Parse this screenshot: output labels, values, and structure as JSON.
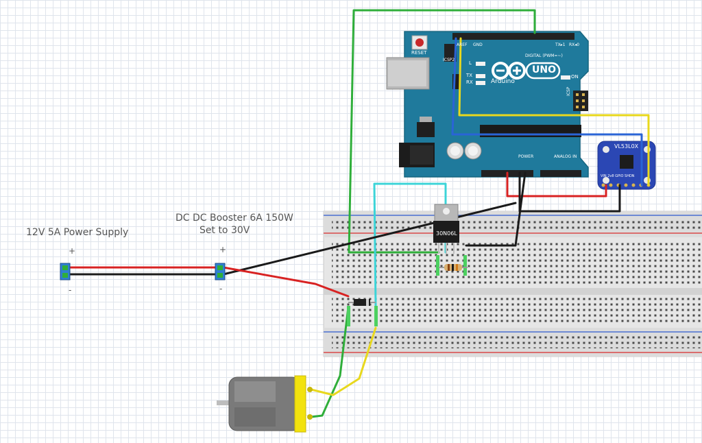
{
  "labels": {
    "power_supply": "12V 5A Power Supply",
    "booster_line1": "DC DC Booster 6A 150W",
    "booster_line2": "Set to 30V",
    "psu_plus": "+",
    "psu_minus": "-",
    "booster_plus": "+",
    "booster_minus": "-"
  },
  "arduino": {
    "reset_label": "RESET",
    "icsp2_label": "ICSP2",
    "digital_label": "DIGITAL (PWM=~)",
    "logo_label": "UNO",
    "brand_label": "Arduino",
    "led_l": "L",
    "led_tx": "TX",
    "led_rx": "RX",
    "on_label": "ON",
    "icsp_label": "ICSP",
    "power_label": "POWER",
    "analog_label": "ANALOG IN",
    "aref_label": "AREF",
    "gnd_label": "GND",
    "tx_label": "TX▸1",
    "rx_label": "RX◂0"
  },
  "sensor": {
    "name": "VL53L0X",
    "pin_labels": "VIN 2v8 GPIO SHDN"
  },
  "mosfet": {
    "part": "30N06L"
  },
  "colors": {
    "board": "#1f7a9c",
    "breadboard": "#e4e4e4",
    "wire_red": "#d82222",
    "wire_black": "#1a1a1a",
    "wire_green": "#2fae3a",
    "wire_yellow": "#e8d81e",
    "wire_blue": "#2a64d6",
    "wire_cyan": "#3cd4d8",
    "sensor": "#2b47b4",
    "motor_body": "#7a7a7a",
    "motor_cap": "#f2e20e"
  },
  "icons": {
    "power_supply_terminal": "screw-terminal-icon",
    "booster_terminal": "screw-terminal-icon",
    "motor": "dc-motor-icon",
    "diode": "diode-icon",
    "resistor": "resistor-icon"
  }
}
